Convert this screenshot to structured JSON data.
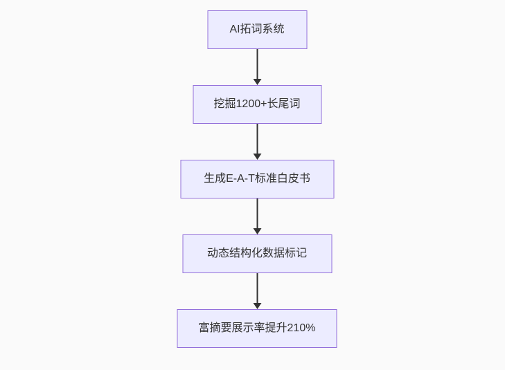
{
  "diagram": {
    "type": "flowchart",
    "direction": "top-down",
    "nodes": [
      {
        "label": "AI拓词系统"
      },
      {
        "label": "挖掘1200+长尾词"
      },
      {
        "label": "生成E-A-T标准白皮书"
      },
      {
        "label": "动态结构化数据标记"
      },
      {
        "label": "富摘要展示率提升210%"
      }
    ],
    "edges": [
      {
        "from": 0,
        "to": 1,
        "style": "arrow-down"
      },
      {
        "from": 1,
        "to": 2,
        "style": "arrow-down"
      },
      {
        "from": 2,
        "to": 3,
        "style": "arrow-down"
      },
      {
        "from": 3,
        "to": 4,
        "style": "arrow-down"
      }
    ],
    "theme": {
      "background": "#fafafa",
      "node_fill": "#ECECFF",
      "node_border": "#9370DB",
      "arrow_color": "#333333",
      "text_color": "#333333"
    }
  }
}
